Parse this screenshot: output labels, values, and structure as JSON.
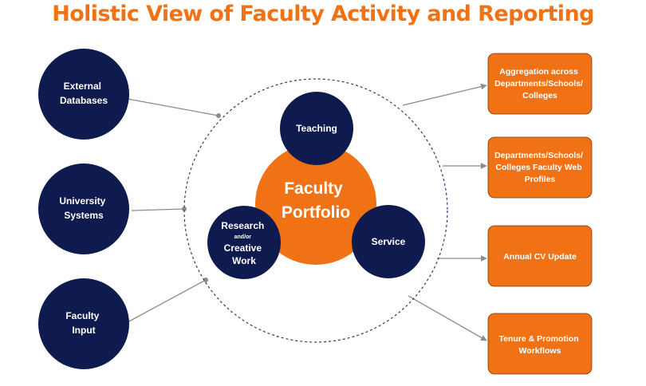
{
  "title": "Holistic View of Faculty Activity and Reporting",
  "colors": {
    "title": "#F07214",
    "navy": "#0F1A4E",
    "orange": "#F07214",
    "connector": "#8C8C8C",
    "dashed_ring": "#2B3A6B"
  },
  "inputs": [
    {
      "id": "external-databases",
      "lines": [
        "External",
        "Databases"
      ]
    },
    {
      "id": "university-systems",
      "lines": [
        "University",
        "Systems"
      ]
    },
    {
      "id": "faculty-input",
      "lines": [
        "Faculty",
        "Input"
      ]
    }
  ],
  "core": {
    "lines": [
      "Faculty",
      "Portfolio"
    ]
  },
  "components": [
    {
      "id": "teaching",
      "lines": [
        "Teaching"
      ]
    },
    {
      "id": "research",
      "lines": [
        "Research",
        "and/or",
        "Creative",
        "Work"
      ]
    },
    {
      "id": "service",
      "lines": [
        "Service"
      ]
    }
  ],
  "outputs": [
    {
      "id": "aggregation",
      "lines": [
        "Aggregation across",
        "Departments/Schools/",
        "Colleges"
      ]
    },
    {
      "id": "web-profiles",
      "lines": [
        "Departments/Schools/",
        "Colleges Faculty Web",
        "Profiles"
      ]
    },
    {
      "id": "annual-cv",
      "lines": [
        "Annual CV Update"
      ]
    },
    {
      "id": "tenure-promotion",
      "lines": [
        "Tenure & Promotion",
        "Workflows"
      ]
    }
  ]
}
